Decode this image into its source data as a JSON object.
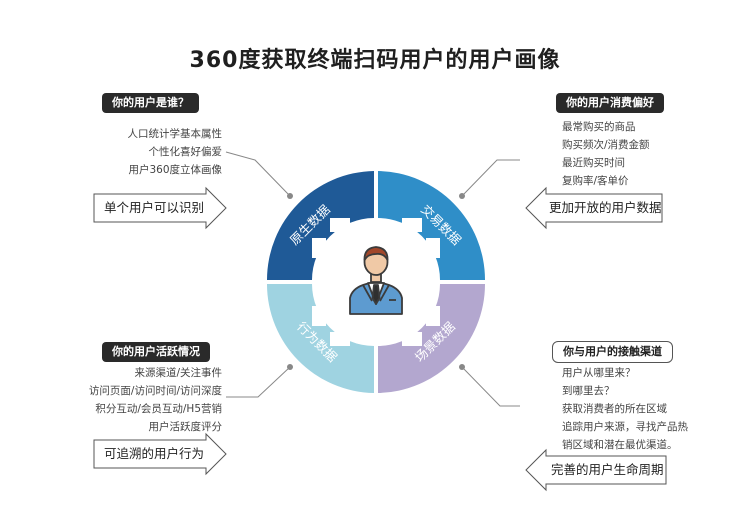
{
  "title": "360度获取终端扫码用户的用户画像",
  "colors": {
    "q_top_left": "#1f5a97",
    "q_top_right": "#2f8ec8",
    "q_bottom_left": "#9fd3e1",
    "q_bottom_right": "#b3a7cf",
    "connector": "#888888"
  },
  "center_icon": "businessman-avatar-icon",
  "quadrants": {
    "top_left": {
      "label": "原生数据"
    },
    "top_right": {
      "label": "交易数据"
    },
    "bottom_left": {
      "label": "行为数据"
    },
    "bottom_right": {
      "label": "场景数据"
    }
  },
  "panels": {
    "top_left": {
      "heading": "你的用户是谁？",
      "items": [
        "人口统计学基本属性",
        "个性化喜好偏爱",
        "用户360度立体画像"
      ],
      "result": "单个用户可以识别"
    },
    "top_right": {
      "heading": "你的用户消费偏好",
      "items": [
        "最常购买的商品",
        "购买频次/消费金额",
        "最近购买时间",
        "复购率/客单价"
      ],
      "result": "更加开放的用户数据"
    },
    "bottom_left": {
      "heading": "你的用户活跃情况",
      "items": [
        "来源渠道/关注事件",
        "访问页面/访问时间/访问深度",
        "积分互动/会员互动/H5营销",
        "用户活跃度评分"
      ],
      "result": "可追溯的用户行为"
    },
    "bottom_right": {
      "heading": "你与用户的接触渠道",
      "items": [
        "用户从哪里来？",
        "到哪里去？",
        "获取消费者的所在区域",
        "追踪用户来源，寻找产品热",
        "销区域和潜在最优渠道。"
      ],
      "result": "完善的用户生命周期"
    }
  }
}
